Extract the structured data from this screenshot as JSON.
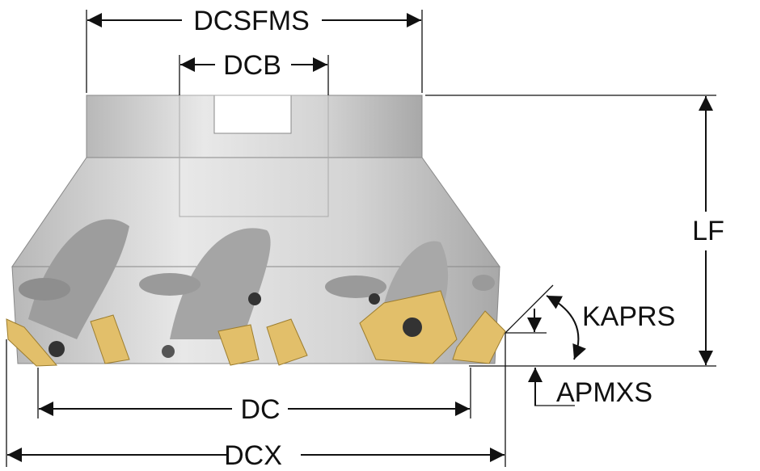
{
  "title": "Face mill dimension diagram",
  "labels": {
    "dcsfms": "DCSFMS",
    "dcb": "DCB",
    "lf": "LF",
    "kaprs": "KAPRS",
    "apmxs": "APMXS",
    "dc": "DC",
    "dcx": "DCX"
  },
  "colors": {
    "body": "#d6d6d6",
    "body_dark": "#9a9a9a",
    "insert": "#e2bf6a",
    "line": "#111111"
  }
}
